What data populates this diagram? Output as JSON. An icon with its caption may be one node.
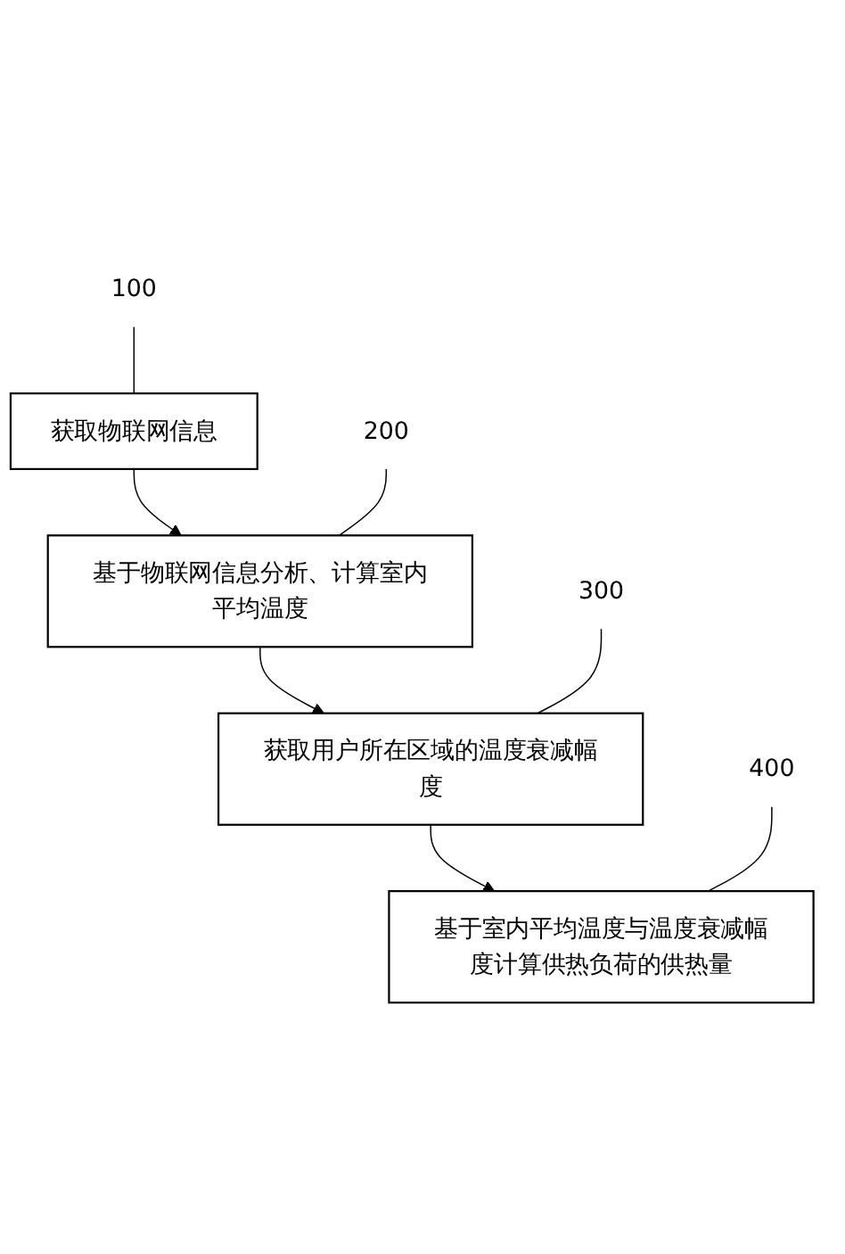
{
  "diagram": {
    "nodes": [
      {
        "text": [
          "100"
        ]
      },
      {
        "text": [
          "获取物联网信息"
        ]
      },
      {
        "text": [
          "200"
        ]
      },
      {
        "text": [
          "基于物联网信息分析、计算室内平均温度"
        ]
      },
      {
        "text": [
          "300"
        ]
      },
      {
        "text": [
          "获取用户所在区域的温度衰减幅度"
        ]
      },
      {
        "text": [
          "400"
        ]
      },
      {
        "text": [
          "基于室内平均温度与温度衰减幅度计算供热负荷的供热量"
        ]
      }
    ],
    "edges": [
      {
        "from": 1,
        "to": 3,
        "arrow": "to"
      },
      {
        "from": 3,
        "to": 5,
        "arrow": "to"
      },
      {
        "from": 5,
        "to": 7,
        "arrow": "to"
      },
      {
        "from": 0,
        "to": 1,
        "arrow": "none"
      },
      {
        "from": 2,
        "to": 3,
        "arrow": "none"
      },
      {
        "from": 4,
        "to": 5,
        "arrow": "none"
      },
      {
        "from": 6,
        "to": 7,
        "arrow": "none"
      }
    ]
  }
}
